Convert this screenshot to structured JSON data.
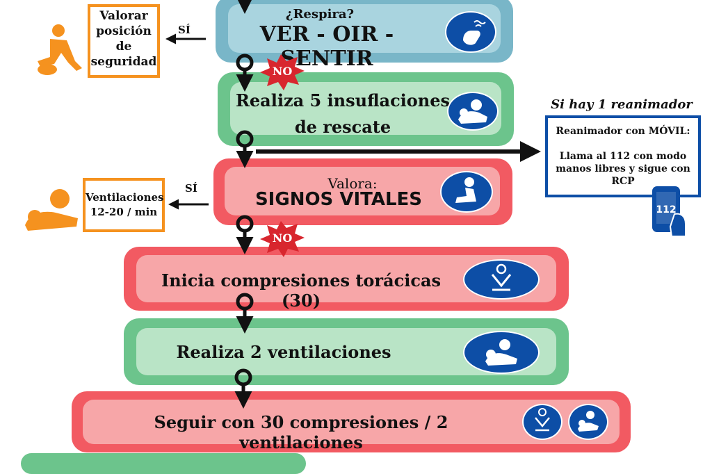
{
  "steps": {
    "breathing": {
      "question": "¿Respira?",
      "title": "VER - OIR - SENTIR"
    },
    "insufflations": {
      "line1": "Realiza 5 insuflaciones",
      "line2": "de rescate"
    },
    "vitals": {
      "question": "Valora:",
      "title": "SIGNOS VITALES"
    },
    "compressions": {
      "title": "Inicia compresiones torácicas (30)"
    },
    "ventilations": {
      "title": "Realiza 2 ventilaciones"
    },
    "continue": {
      "title": "Seguir con 30 compresiones / 2 ventilaciones"
    }
  },
  "branches": {
    "yes_label_1": "SÍ",
    "yes_label_2": "SÍ",
    "no_label_1": "NO",
    "no_label_2": "NO",
    "recovery_box": {
      "lines": [
        "Valorar",
        "posición",
        "de",
        "seguridad"
      ]
    },
    "ventilation_box": {
      "lines": [
        "Ventilaciones",
        "12-20 / min"
      ]
    }
  },
  "single_rescuer": {
    "heading": "Si hay 1 reanimador",
    "box_title": "Reanimador con MÓVIL:",
    "box_text": "Llama al 112 con modo manos libres y sigue con RCP",
    "phone_number": "112"
  },
  "icons": {
    "breathing": "breathing-check-icon",
    "insufflations": "rescue-breath-icon",
    "vitals": "vital-signs-icon",
    "compressions": "chest-compression-icon",
    "ventilations": "ventilation-icon",
    "continue_a": "chest-compression-icon",
    "continue_b": "ventilation-icon",
    "phone": "mobile-phone-icon",
    "recovery": "recovery-position-icon",
    "ventilation_person": "ventilation-person-icon"
  },
  "colors": {
    "blue_outer": "#79b6c8",
    "blue_inner": "#a9d4df",
    "green_outer": "#6cc48c",
    "green_inner": "#b9e4c6",
    "red_outer": "#f25a62",
    "red_inner": "#f7a6a8",
    "icon_blue": "#0d4ea6",
    "orange": "#f5921f",
    "burst_red": "#d8262e"
  }
}
